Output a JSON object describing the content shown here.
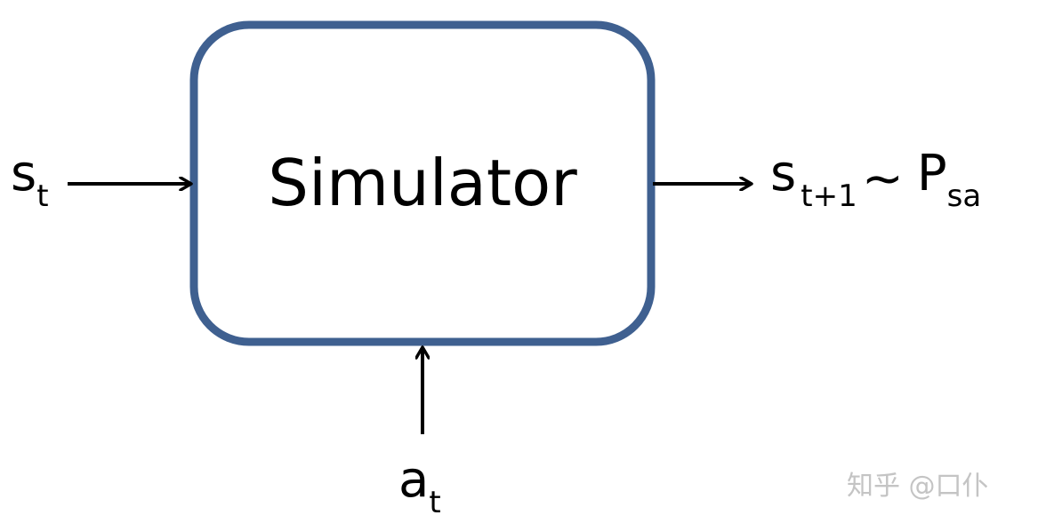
{
  "simulator": {
    "label": "Simulator",
    "border_color": "#3f6090"
  },
  "input_state": {
    "symbol": "s",
    "subscript": "t"
  },
  "input_action": {
    "symbol": "a",
    "subscript": "t"
  },
  "output_state": {
    "symbol": "s",
    "subscript": "t+1",
    "relation": "∼",
    "distribution": "P",
    "distribution_subscript": "sa"
  },
  "watermark": {
    "text": "知乎 @口仆"
  },
  "arrow_color": "#000000"
}
